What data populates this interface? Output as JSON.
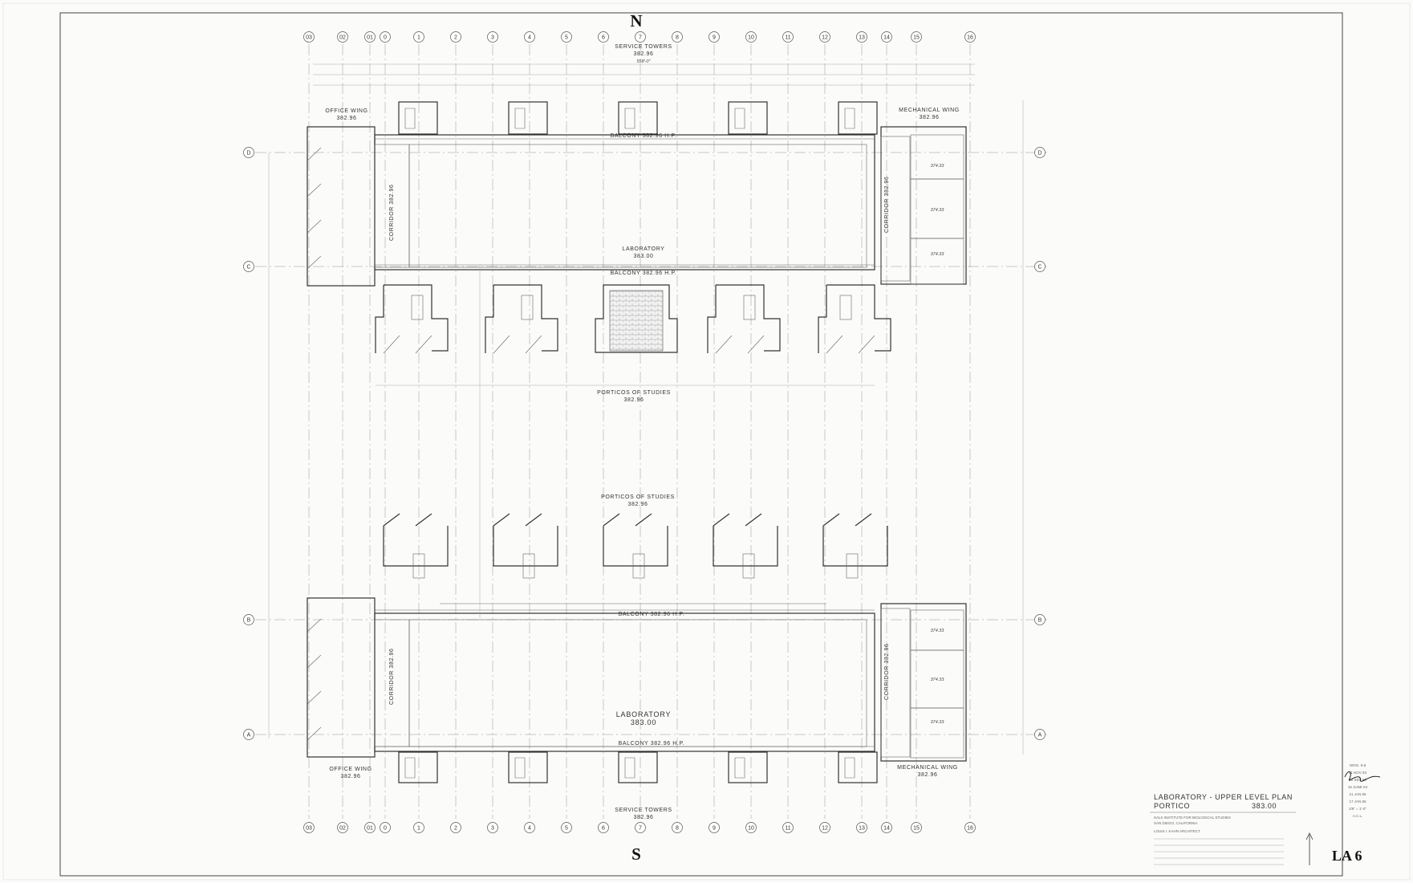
{
  "compass": {
    "north": "N",
    "south": "S"
  },
  "grid": {
    "cols": [
      "03",
      "02",
      "01",
      "0",
      "1",
      "2",
      "3",
      "4",
      "5",
      "6",
      "7",
      "8",
      "9",
      "10",
      "11",
      "12",
      "13",
      "14",
      "15",
      "16"
    ],
    "rows": [
      "D",
      "C",
      "B",
      "A"
    ]
  },
  "labels": {
    "service_towers_n": "SERVICE TOWERS",
    "service_towers_n_elev": "382.96",
    "service_towers_n_dim": "558'-0\"",
    "service_towers_s": "SERVICE TOWERS",
    "service_towers_s_elev": "382.96",
    "office_wing_n": "OFFICE WING",
    "office_wing_n_elev": "382.96",
    "office_wing_s": "OFFICE WING",
    "office_wing_s_elev": "382.96",
    "mech_wing_n": "MECHANICAL WING",
    "mech_wing_n_elev": "382.96",
    "mech_wing_s": "MECHANICAL WING",
    "mech_wing_s_elev": "382.96",
    "balcony_n1": "BALCONY 382.96 H.P.",
    "balcony_n2": "BALCONY 382.96 H.P.",
    "balcony_s1": "BALCONY 382.96 H.P.",
    "balcony_s2": "BALCONY 382.96 H.P.",
    "lab_n": "LABORATORY",
    "lab_n_elev": "383.00",
    "lab_s": "LABORATORY",
    "lab_s_elev": "383.00",
    "corridor": "CORRIDOR 382.96",
    "porticos_n": "PORTICOS OF STUDIES",
    "porticos_n_elev": "382.96",
    "porticos_s": "PORTICOS OF STUDIES",
    "porticos_s_elev": "382.96",
    "mech_room_elev": "374.33"
  },
  "title_block": {
    "title": "LABORATORY - UPPER LEVEL PLAN",
    "subtitle": "PORTICO",
    "subtitle_elev": "383.00",
    "client": "SALK INSTITUTE FOR BIOLOGICAL STUDIES",
    "location": "SAN DIEGO, CALIFORNIA",
    "architect": "LOUIS I. KAHN   ARCHITECT",
    "sheet": "LA 6",
    "revisions": [
      "ORIG. 9-8",
      "11 NOV 63",
      "20 SEP 63",
      "15 JUNE 64",
      "21 JAN 65",
      "17 JAN 65",
      "1/8\" = 1'-0\"",
      "A.C.L."
    ]
  }
}
